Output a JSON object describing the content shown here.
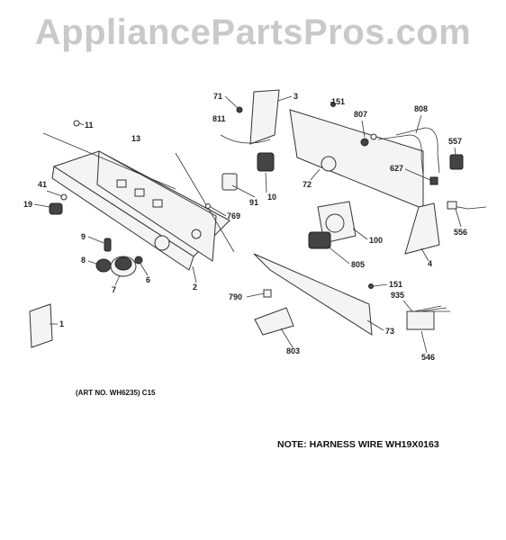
{
  "watermark": "AppliancePartsPros.com",
  "art_number": "(ART NO. WH6235) C15",
  "note": "NOTE: HARNESS WIRE WH19X0163",
  "callouts": {
    "c1": "1",
    "c2": "2",
    "c3": "3",
    "c4": "4",
    "c6": "6",
    "c7": "7",
    "c8": "8",
    "c9": "9",
    "c10": "10",
    "c11": "11",
    "c13": "13",
    "c19": "19",
    "c41": "41",
    "c71": "71",
    "c72": "72",
    "c73": "73",
    "c91": "91",
    "c100": "100",
    "c151a": "151",
    "c151b": "151",
    "c546": "546",
    "c556": "556",
    "c557": "557",
    "c627": "627",
    "c769": "769",
    "c790": "790",
    "c803": "803",
    "c805": "805",
    "c807": "807",
    "c808": "808",
    "c811": "811",
    "c935": "935"
  }
}
